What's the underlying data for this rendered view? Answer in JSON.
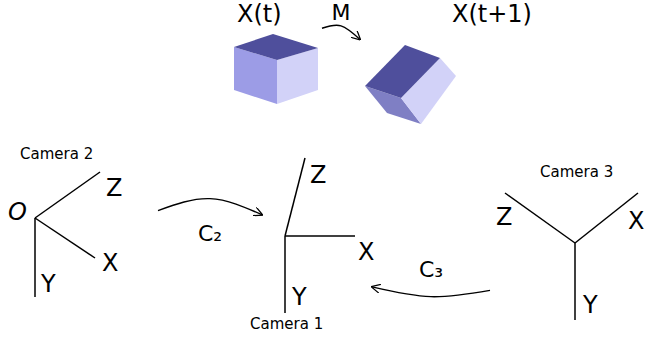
{
  "diagram": {
    "nodes": [
      {
        "text": [
          "X(t)"
        ]
      },
      {
        "text": [
          "X(t+1)"
        ]
      },
      {
        "text": [
          "Camera 2"
        ]
      },
      {
        "text": [
          "Camera 1"
        ]
      },
      {
        "text": [
          "Camera 3"
        ]
      }
    ],
    "edges": [
      {
        "from": 0,
        "to": 1,
        "label": "M",
        "arrow": "to"
      },
      {
        "from": 2,
        "to": 3,
        "label": "C₂",
        "arrow": "to"
      },
      {
        "from": 4,
        "to": 3,
        "label": "C₃",
        "arrow": "to"
      }
    ],
    "labels": [
      "O",
      "Z",
      "X",
      "Y",
      "Z",
      "X",
      "Y",
      "Z",
      "X",
      "Y"
    ]
  }
}
